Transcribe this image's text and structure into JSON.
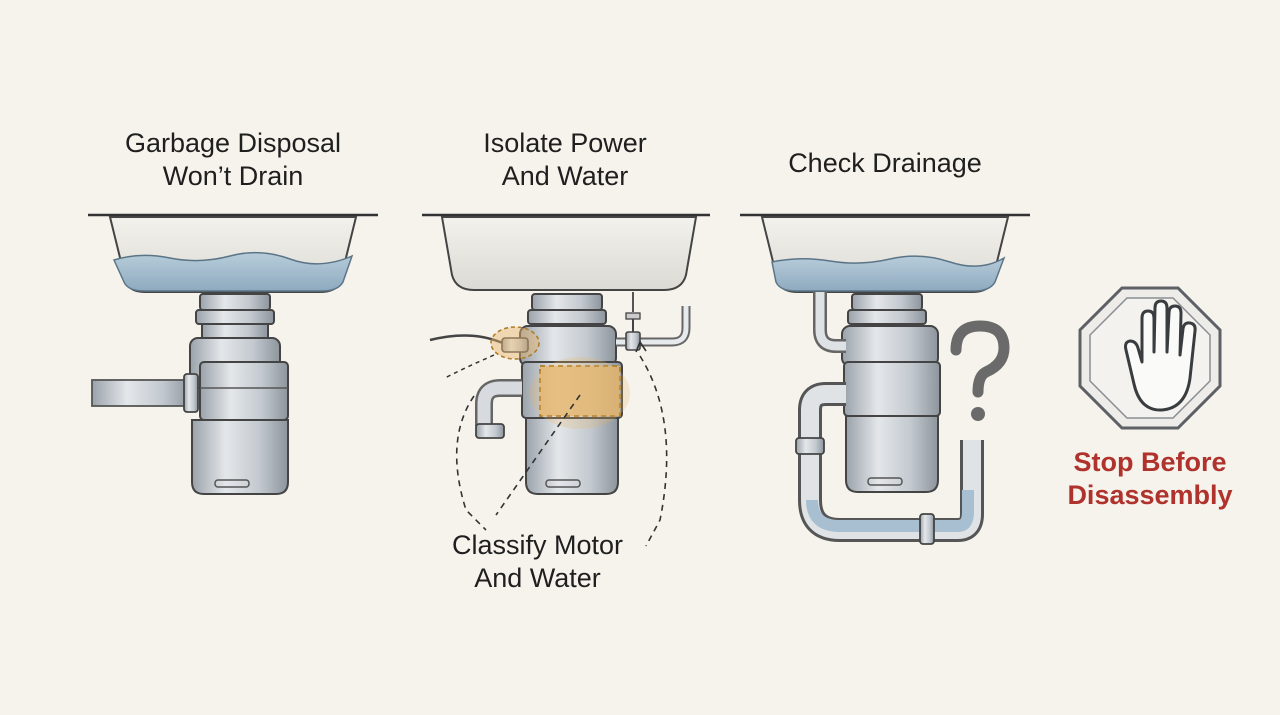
{
  "steps": [
    {
      "title_line1": "Garbage Disposal",
      "title_line2": "Won’t Drain"
    },
    {
      "title_line1": "Isolate Power",
      "title_line2": "And Water"
    },
    {
      "title_line1": "Check Drainage",
      "title_line2": ""
    }
  ],
  "callout": {
    "line1": "Classify Motor",
    "line2": "And Water"
  },
  "warning": {
    "line1": "Stop Before",
    "line2": "Disassembly",
    "color": "#b0322c",
    "icon": "stop-hand-icon"
  },
  "icons": {
    "question": "question-mark-icon"
  },
  "colors": {
    "background": "#f6f3ec",
    "water": "#9fb9cc",
    "highlight": "#e8b66b",
    "metal": "#c9ced3",
    "ink": "#1f1f1f"
  }
}
